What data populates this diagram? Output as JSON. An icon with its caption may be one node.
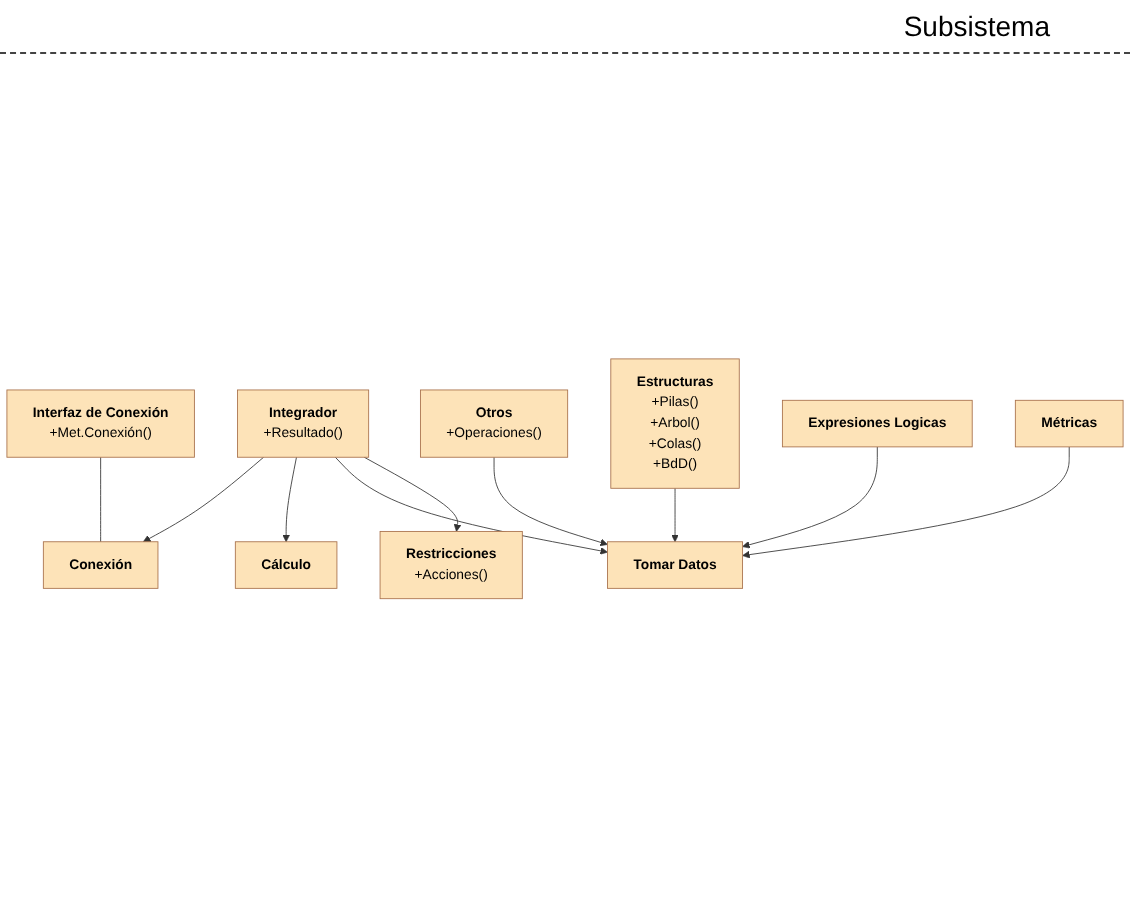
{
  "diagram": {
    "nodes": [
      {
        "text": [
          "Interfaz de Conexión",
          "+Met.Conexión()"
        ]
      },
      {
        "text": [
          "Integrador",
          "+Resultado()"
        ]
      },
      {
        "text": [
          "Cálculo"
        ]
      },
      {
        "text": [
          "Conexión"
        ]
      },
      {
        "text": [
          "Tomar Datos"
        ]
      },
      {
        "text": [
          "Restricciones",
          "+Acciones()"
        ]
      },
      {
        "text": [
          "Otros",
          "+Operaciones()"
        ]
      },
      {
        "text": [
          "Estructuras",
          "+Pilas()",
          "+Arbol()",
          "+Colas()",
          "+BdD()"
        ]
      },
      {
        "text": [
          "Expresiones Logicas"
        ]
      },
      {
        "text": [
          "Métricas"
        ]
      }
    ],
    "edges": [
      {
        "from": 0,
        "to": 3,
        "arrow": "none"
      },
      {
        "from": 1,
        "to": 3,
        "arrow": "to"
      },
      {
        "from": 1,
        "to": 2,
        "arrow": "to"
      },
      {
        "from": 1,
        "to": 4,
        "arrow": "to"
      },
      {
        "from": 1,
        "to": 5,
        "arrow": "to"
      },
      {
        "from": 6,
        "to": 4,
        "arrow": "to"
      },
      {
        "from": 7,
        "to": 4,
        "arrow": "to"
      },
      {
        "from": 8,
        "to": 4,
        "arrow": "to"
      },
      {
        "from": 9,
        "to": 4,
        "arrow": "to"
      }
    ],
    "labels": [
      "Subsistema"
    ]
  }
}
